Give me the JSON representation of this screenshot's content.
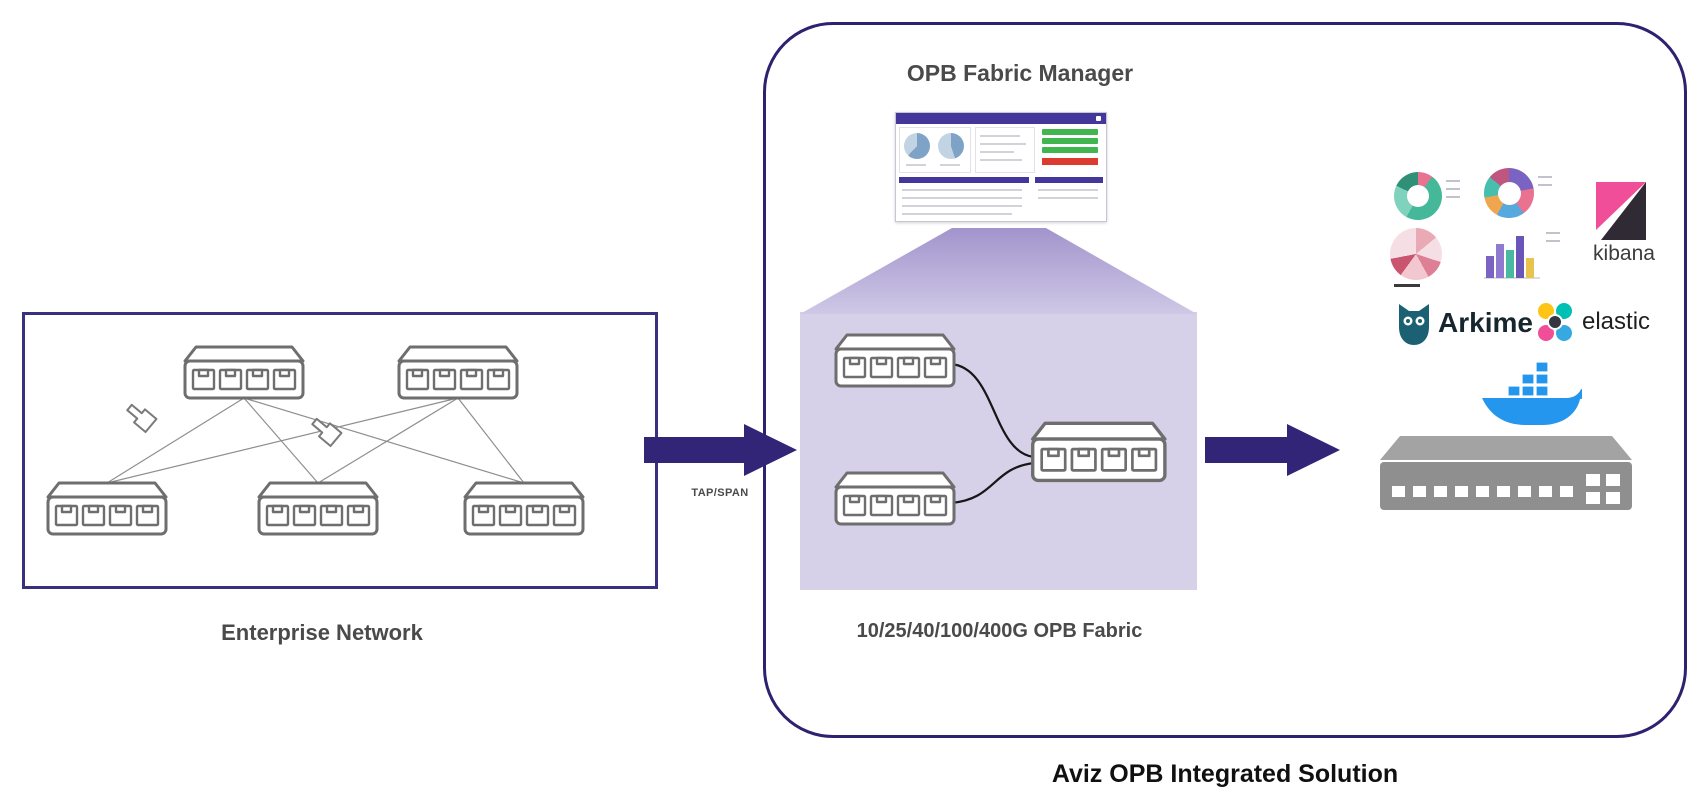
{
  "diagram": {
    "enterprise_label": "Enterprise Network",
    "tap_span_label": "TAP/SPAN",
    "fabric_manager_label": "OPB Fabric Manager",
    "fabric_label": "10/25/40/100/400G OPB Fabric",
    "solution_title": "Aviz OPB Integrated Solution"
  },
  "logos": {
    "kibana_label": "kibana",
    "arkime_label": "Arkime",
    "elastic_label": "elastic"
  },
  "colors": {
    "accent_indigo": "#2c2270",
    "arrow_purple": "#322476",
    "fabric_fill": "#d6d0e9",
    "funnel_purple": "#a99bd2",
    "switch_gray": "#6e6e6e",
    "kibana_pink": "#f04e98",
    "elastic_teal": "#00bfb3",
    "docker_blue": "#2496ed",
    "arkime_teal": "#1c6173",
    "server_gray": "#8f8f8f"
  },
  "icons": {
    "switch": "network-switch-icon",
    "connector": "cable-connector-icon",
    "arrows": [
      "tap-span-arrow-icon",
      "fabric-to-tools-arrow-icon"
    ],
    "dashboard": "fabric-manager-dashboard-thumbnail",
    "kibana_charts": "kibana-charts-thumbnail",
    "kibana_logo": "kibana-logo-icon",
    "arkime_owl": "arkime-owl-icon",
    "elastic_logo": "elastic-logo-icon",
    "docker": "docker-whale-icon",
    "server": "server-appliance-icon"
  }
}
